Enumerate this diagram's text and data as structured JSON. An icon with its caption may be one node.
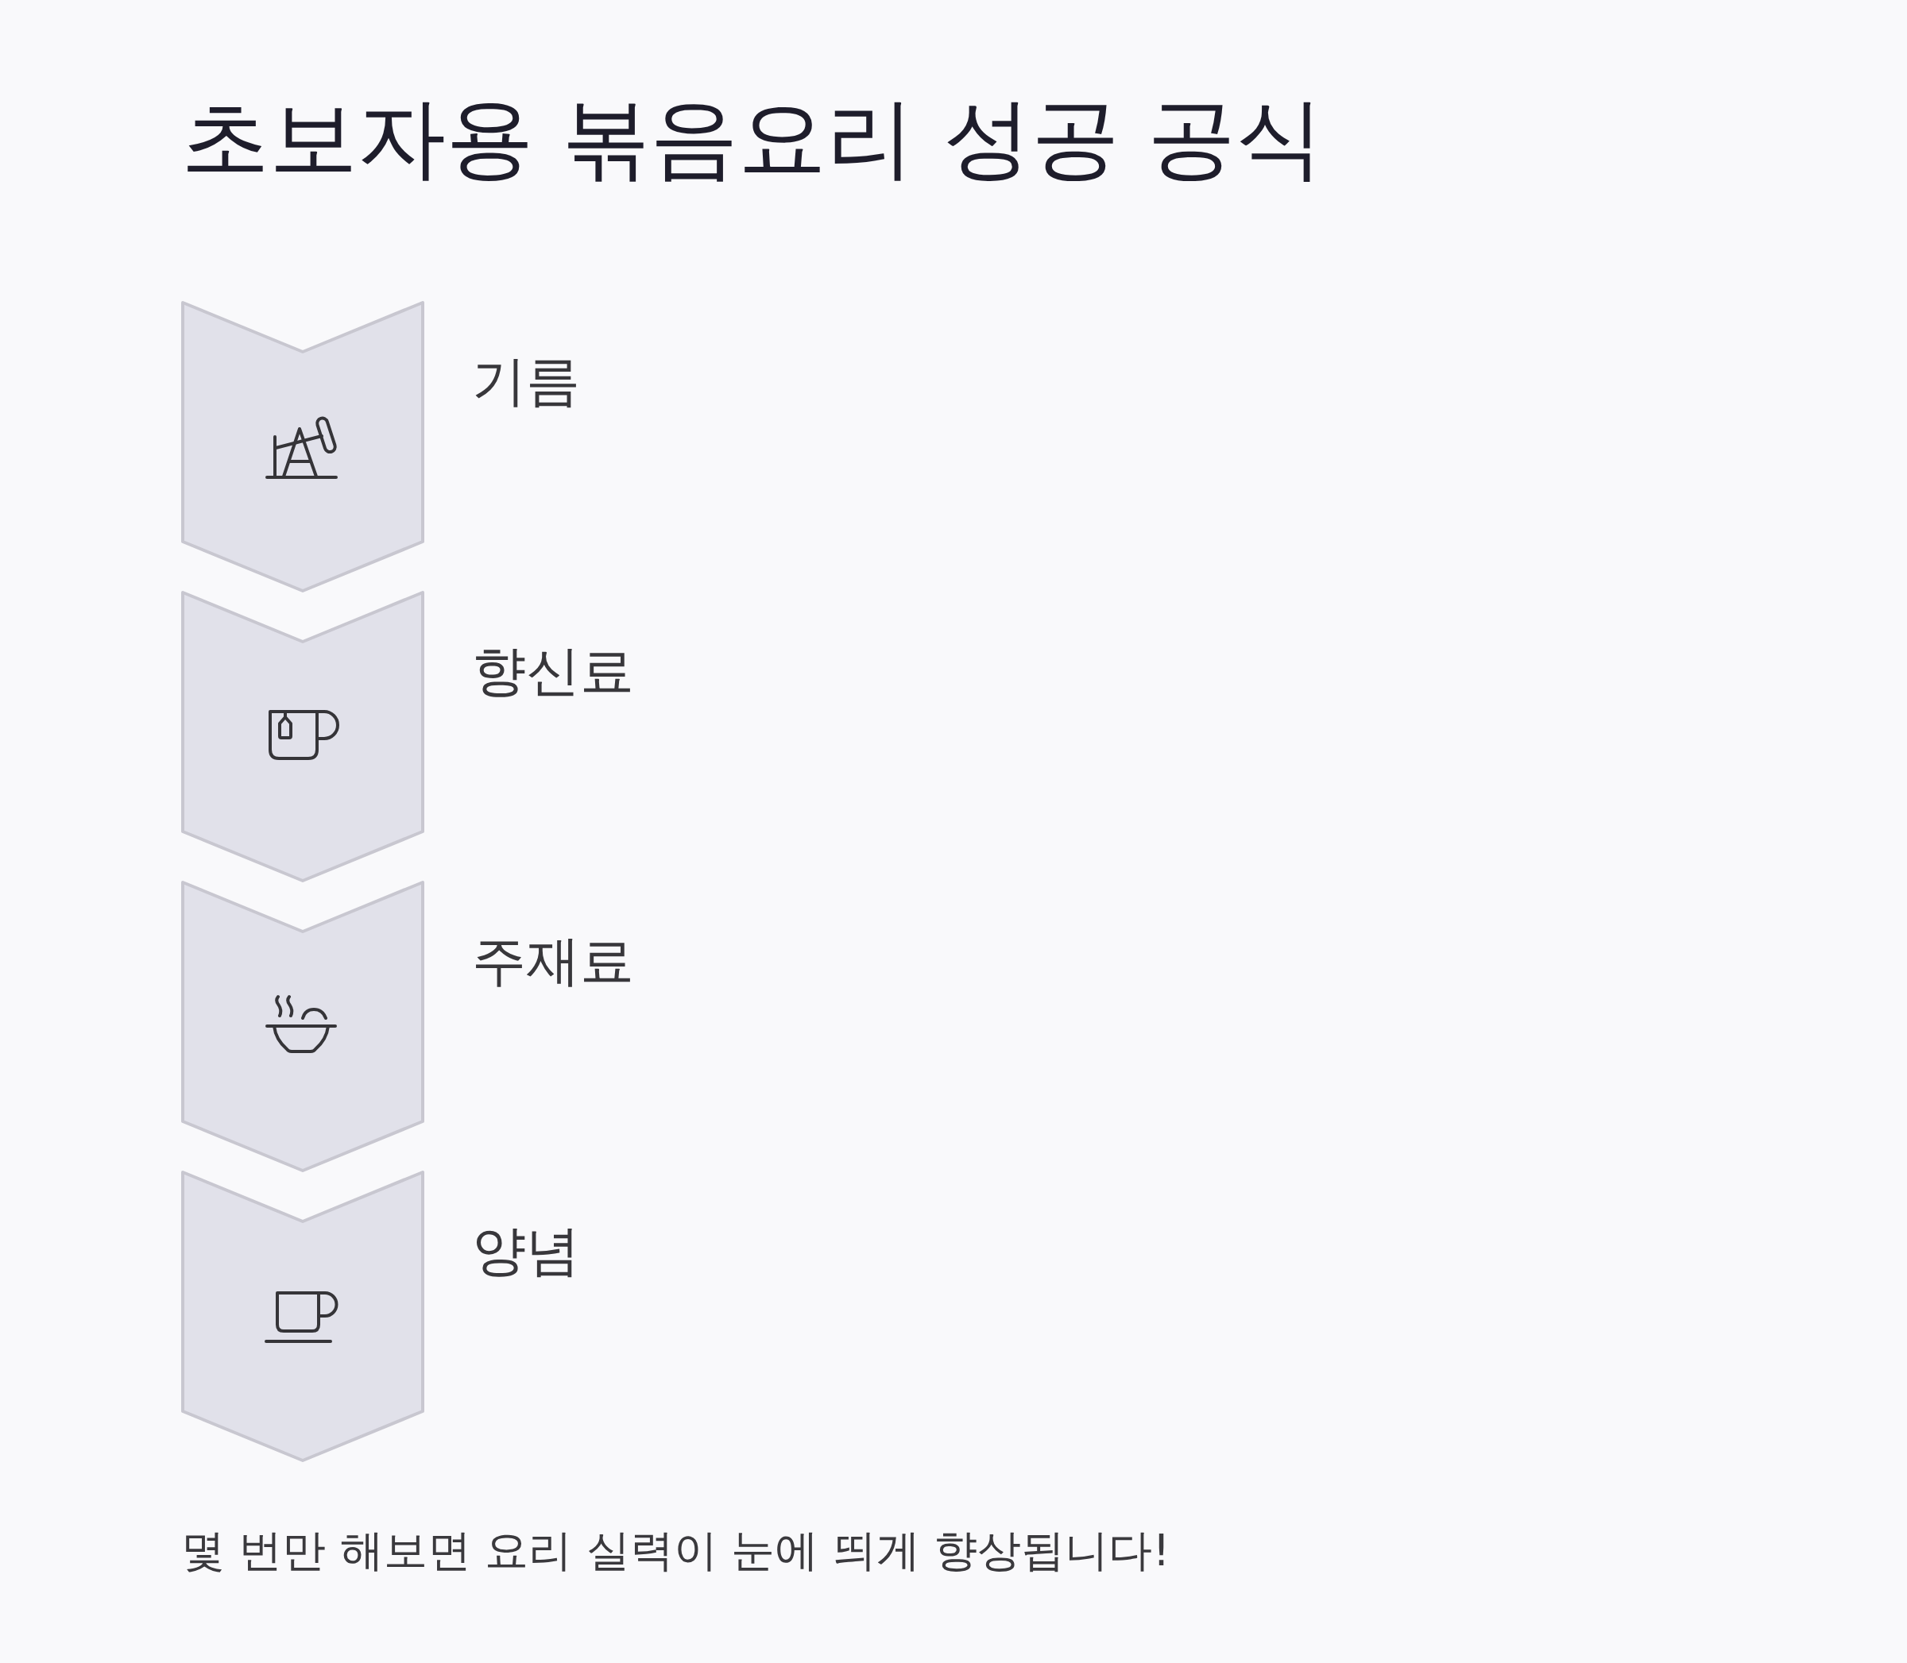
{
  "diagram": {
    "title": "초보자용 볶음요리 성공 공식",
    "nodes": [
      {
        "text": [
          "기름"
        ]
      },
      {
        "text": [
          "향신료"
        ]
      },
      {
        "text": [
          "주재료"
        ]
      },
      {
        "text": [
          "양념"
        ]
      }
    ],
    "caption": "몇 번만 해보면 요리 실력이 눈에 띄게 향상됩니다!"
  }
}
